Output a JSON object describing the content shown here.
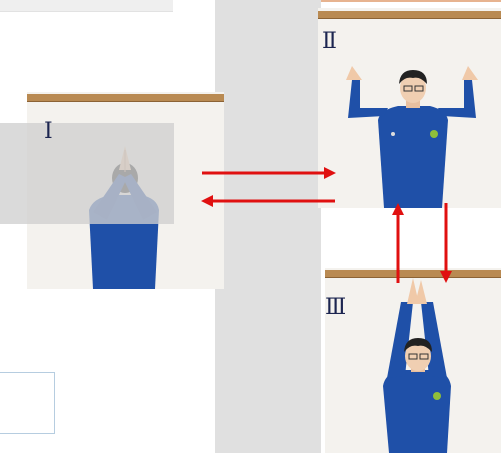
{
  "labels": {
    "pose1": "Ⅰ",
    "pose2": "Ⅱ",
    "pose3": "Ⅲ"
  },
  "colors": {
    "arrow": "#e01010",
    "jacket": "#1f50a8",
    "shelf": "#b98a52",
    "wall": "#f4f2ee"
  },
  "icons": {
    "arrow_right": "arrow-right-icon",
    "arrow_left": "arrow-left-icon",
    "arrow_up": "arrow-up-icon",
    "arrow_down": "arrow-down-icon"
  }
}
